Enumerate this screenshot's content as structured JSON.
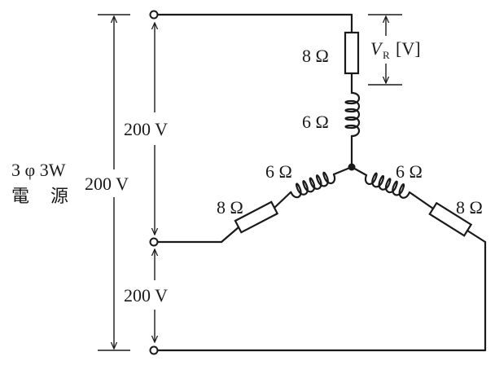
{
  "source": {
    "line1": "3 φ 3W",
    "char1": "電",
    "char2": "源",
    "voltage": "200 V"
  },
  "line_voltages": {
    "upper": "200 V",
    "lower": "200 V"
  },
  "top_branch": {
    "resistor": "8 Ω",
    "inductor": "6 Ω",
    "measure_v": "V",
    "measure_sub": "R",
    "measure_unit": "[V]"
  },
  "left_branch": {
    "inductor": "6 Ω",
    "resistor": "8 Ω"
  },
  "right_branch": {
    "inductor": "6 Ω",
    "resistor": "8 Ω"
  }
}
